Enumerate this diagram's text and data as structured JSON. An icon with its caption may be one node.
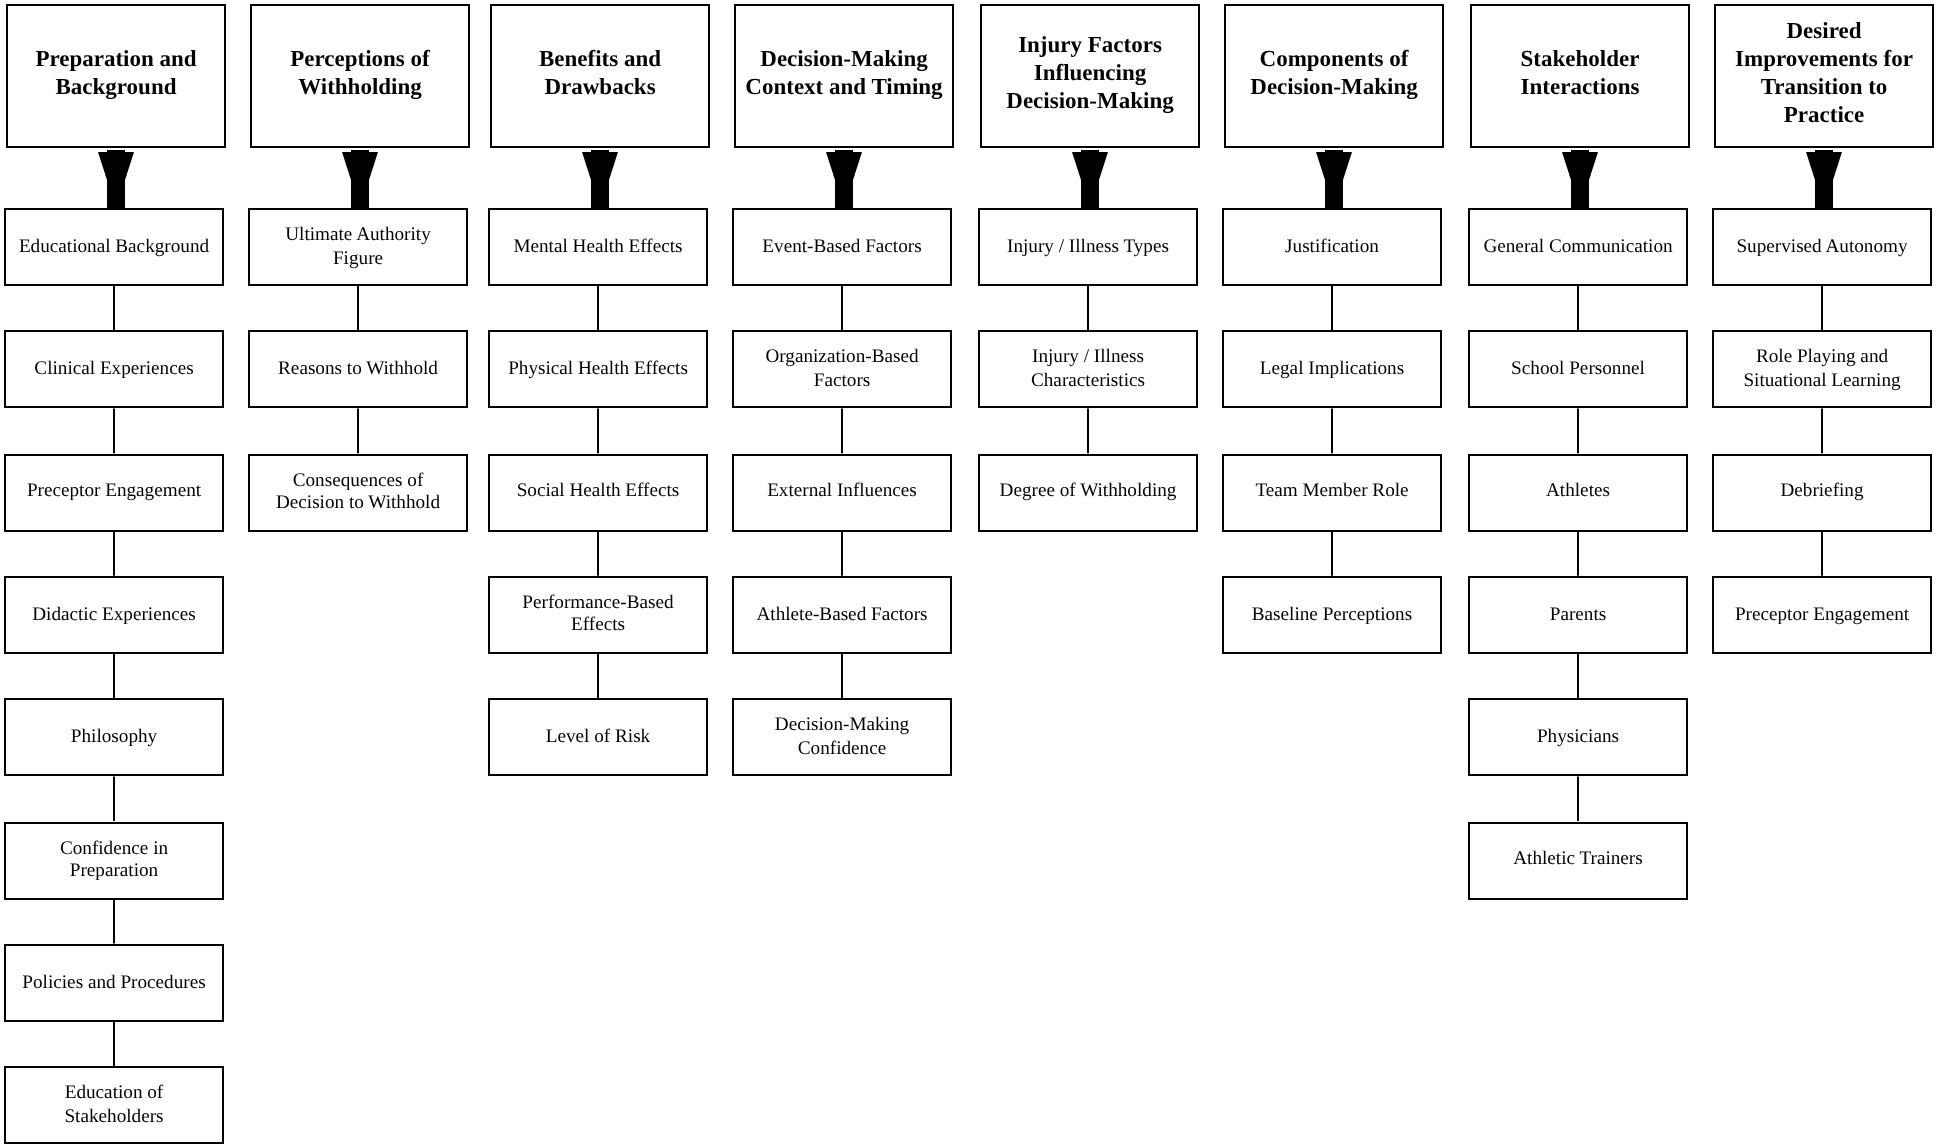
{
  "diagram": {
    "nodes": [
      {
        "text": [
          "Preparation and Background"
        ]
      },
      {
        "text": [
          "Educational Background"
        ]
      },
      {
        "text": [
          "Clinical Experiences"
        ]
      },
      {
        "text": [
          "Preceptor Engagement"
        ]
      },
      {
        "text": [
          "Didactic Experiences"
        ]
      },
      {
        "text": [
          "Philosophy"
        ]
      },
      {
        "text": [
          "Confidence in Preparation"
        ]
      },
      {
        "text": [
          "Policies and Procedures"
        ]
      },
      {
        "text": [
          "Education of Stakeholders"
        ]
      },
      {
        "text": [
          "Perceptions of Withholding"
        ]
      },
      {
        "text": [
          "Ultimate Authority Figure"
        ]
      },
      {
        "text": [
          "Reasons to Withhold"
        ]
      },
      {
        "text": [
          "Consequences of Decision to Withhold"
        ]
      },
      {
        "text": [
          "Benefits and Drawbacks"
        ]
      },
      {
        "text": [
          "Mental Health Effects"
        ]
      },
      {
        "text": [
          "Physical Health Effects"
        ]
      },
      {
        "text": [
          "Social Health Effects"
        ]
      },
      {
        "text": [
          "Performance-Based Effects"
        ]
      },
      {
        "text": [
          "Level of Risk"
        ]
      },
      {
        "text": [
          "Decision-Making Context and Timing"
        ]
      },
      {
        "text": [
          "Event-Based Factors"
        ]
      },
      {
        "text": [
          "Organization-Based Factors"
        ]
      },
      {
        "text": [
          "External Influences"
        ]
      },
      {
        "text": [
          "Athlete-Based Factors"
        ]
      },
      {
        "text": [
          "Decision-Making Confidence"
        ]
      },
      {
        "text": [
          "Injury Factors Influencing Decision-Making"
        ]
      },
      {
        "text": [
          "Injury / Illness Types"
        ]
      },
      {
        "text": [
          "Injury / Illness Characteristics"
        ]
      },
      {
        "text": [
          "Degree of Withholding"
        ]
      },
      {
        "text": [
          "Components of Decision-Making"
        ]
      },
      {
        "text": [
          "Justification"
        ]
      },
      {
        "text": [
          "Legal Implications"
        ]
      },
      {
        "text": [
          "Team Member Role"
        ]
      },
      {
        "text": [
          "Baseline Perceptions"
        ]
      },
      {
        "text": [
          "Stakeholder Interactions"
        ]
      },
      {
        "text": [
          "General Communication"
        ]
      },
      {
        "text": [
          "School Personnel"
        ]
      },
      {
        "text": [
          "Athletes"
        ]
      },
      {
        "text": [
          "Parents"
        ]
      },
      {
        "text": [
          "Physicians"
        ]
      },
      {
        "text": [
          "Athletic Trainers"
        ]
      },
      {
        "text": [
          "Desired Improvements for Transition to Practice"
        ]
      },
      {
        "text": [
          "Supervised Autonomy"
        ]
      },
      {
        "text": [
          "Role Playing and Situational Learning"
        ]
      },
      {
        "text": [
          "Debriefing"
        ]
      },
      {
        "text": [
          "Preceptor Engagement"
        ]
      }
    ],
    "edges": [
      {
        "from": 0,
        "to": 1,
        "arrow": "to",
        "style": "thick"
      },
      {
        "from": 1,
        "to": 2,
        "arrow": "none"
      },
      {
        "from": 2,
        "to": 3,
        "arrow": "none"
      },
      {
        "from": 3,
        "to": 4,
        "arrow": "none"
      },
      {
        "from": 4,
        "to": 5,
        "arrow": "none"
      },
      {
        "from": 5,
        "to": 6,
        "arrow": "none"
      },
      {
        "from": 6,
        "to": 7,
        "arrow": "none"
      },
      {
        "from": 7,
        "to": 8,
        "arrow": "none"
      },
      {
        "from": 9,
        "to": 10,
        "arrow": "to",
        "style": "thick"
      },
      {
        "from": 10,
        "to": 11,
        "arrow": "none"
      },
      {
        "from": 11,
        "to": 12,
        "arrow": "none"
      },
      {
        "from": 13,
        "to": 14,
        "arrow": "to",
        "style": "thick"
      },
      {
        "from": 14,
        "to": 15,
        "arrow": "none"
      },
      {
        "from": 15,
        "to": 16,
        "arrow": "none"
      },
      {
        "from": 16,
        "to": 17,
        "arrow": "none"
      },
      {
        "from": 17,
        "to": 18,
        "arrow": "none"
      },
      {
        "from": 19,
        "to": 20,
        "arrow": "to",
        "style": "thick"
      },
      {
        "from": 20,
        "to": 21,
        "arrow": "none"
      },
      {
        "from": 21,
        "to": 22,
        "arrow": "none"
      },
      {
        "from": 22,
        "to": 23,
        "arrow": "none"
      },
      {
        "from": 23,
        "to": 24,
        "arrow": "none"
      },
      {
        "from": 25,
        "to": 26,
        "arrow": "to",
        "style": "thick"
      },
      {
        "from": 26,
        "to": 27,
        "arrow": "none"
      },
      {
        "from": 27,
        "to": 28,
        "arrow": "none"
      },
      {
        "from": 29,
        "to": 30,
        "arrow": "to",
        "style": "thick"
      },
      {
        "from": 30,
        "to": 31,
        "arrow": "none"
      },
      {
        "from": 31,
        "to": 32,
        "arrow": "none"
      },
      {
        "from": 32,
        "to": 33,
        "arrow": "none"
      },
      {
        "from": 34,
        "to": 35,
        "arrow": "to",
        "style": "thick"
      },
      {
        "from": 35,
        "to": 36,
        "arrow": "none"
      },
      {
        "from": 36,
        "to": 37,
        "arrow": "none"
      },
      {
        "from": 37,
        "to": 38,
        "arrow": "none"
      },
      {
        "from": 38,
        "to": 39,
        "arrow": "none"
      },
      {
        "from": 39,
        "to": 40,
        "arrow": "none"
      },
      {
        "from": 41,
        "to": 42,
        "arrow": "to",
        "style": "thick"
      },
      {
        "from": 42,
        "to": 43,
        "arrow": "none"
      },
      {
        "from": 43,
        "to": 44,
        "arrow": "none"
      },
      {
        "from": 44,
        "to": 45,
        "arrow": "none"
      }
    ]
  }
}
